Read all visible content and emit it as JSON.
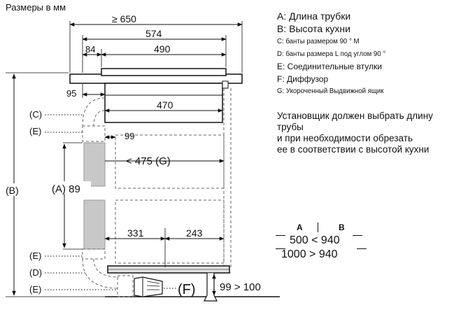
{
  "units_title": "Размеры в мм",
  "dims": {
    "d650": "≥ 650",
    "d574": "574",
    "d84": "84",
    "d490": "490",
    "d95": "95",
    "d470": "470",
    "d99": "99",
    "d475": "< 475 (G)",
    "d89": "(A) 89",
    "d331": "331",
    "d243": "243",
    "d99_100": "99 > 100"
  },
  "callouts": {
    "C": "(C)",
    "E1": "(E)",
    "B": "(B)",
    "E2": "(E)",
    "D": "(D)",
    "E3": "(E)",
    "F": "(F)"
  },
  "legend": {
    "A": "A: Длина трубки",
    "B": "B: Высота кухни",
    "C": "C: банты размером 90 ° M",
    "D": "D: банты размера L под углом 90 °",
    "E": "E: Соединительные втулки",
    "F": "F: Диффузор",
    "G": "G: Укороченный Выдвижной ящик"
  },
  "note": {
    "line1": "Установщик должен выбрать длину трубы",
    "line2": "и при необходимости обрезать",
    "line3": "ее в соответствии с высотой кухни"
  },
  "table": {
    "col_a": "A",
    "col_b": "B",
    "row1": "500 < 940",
    "row2": "1000 > 940"
  },
  "colors": {
    "line": "#111111",
    "duct": "#c8c8c8",
    "dash": "#666666"
  }
}
